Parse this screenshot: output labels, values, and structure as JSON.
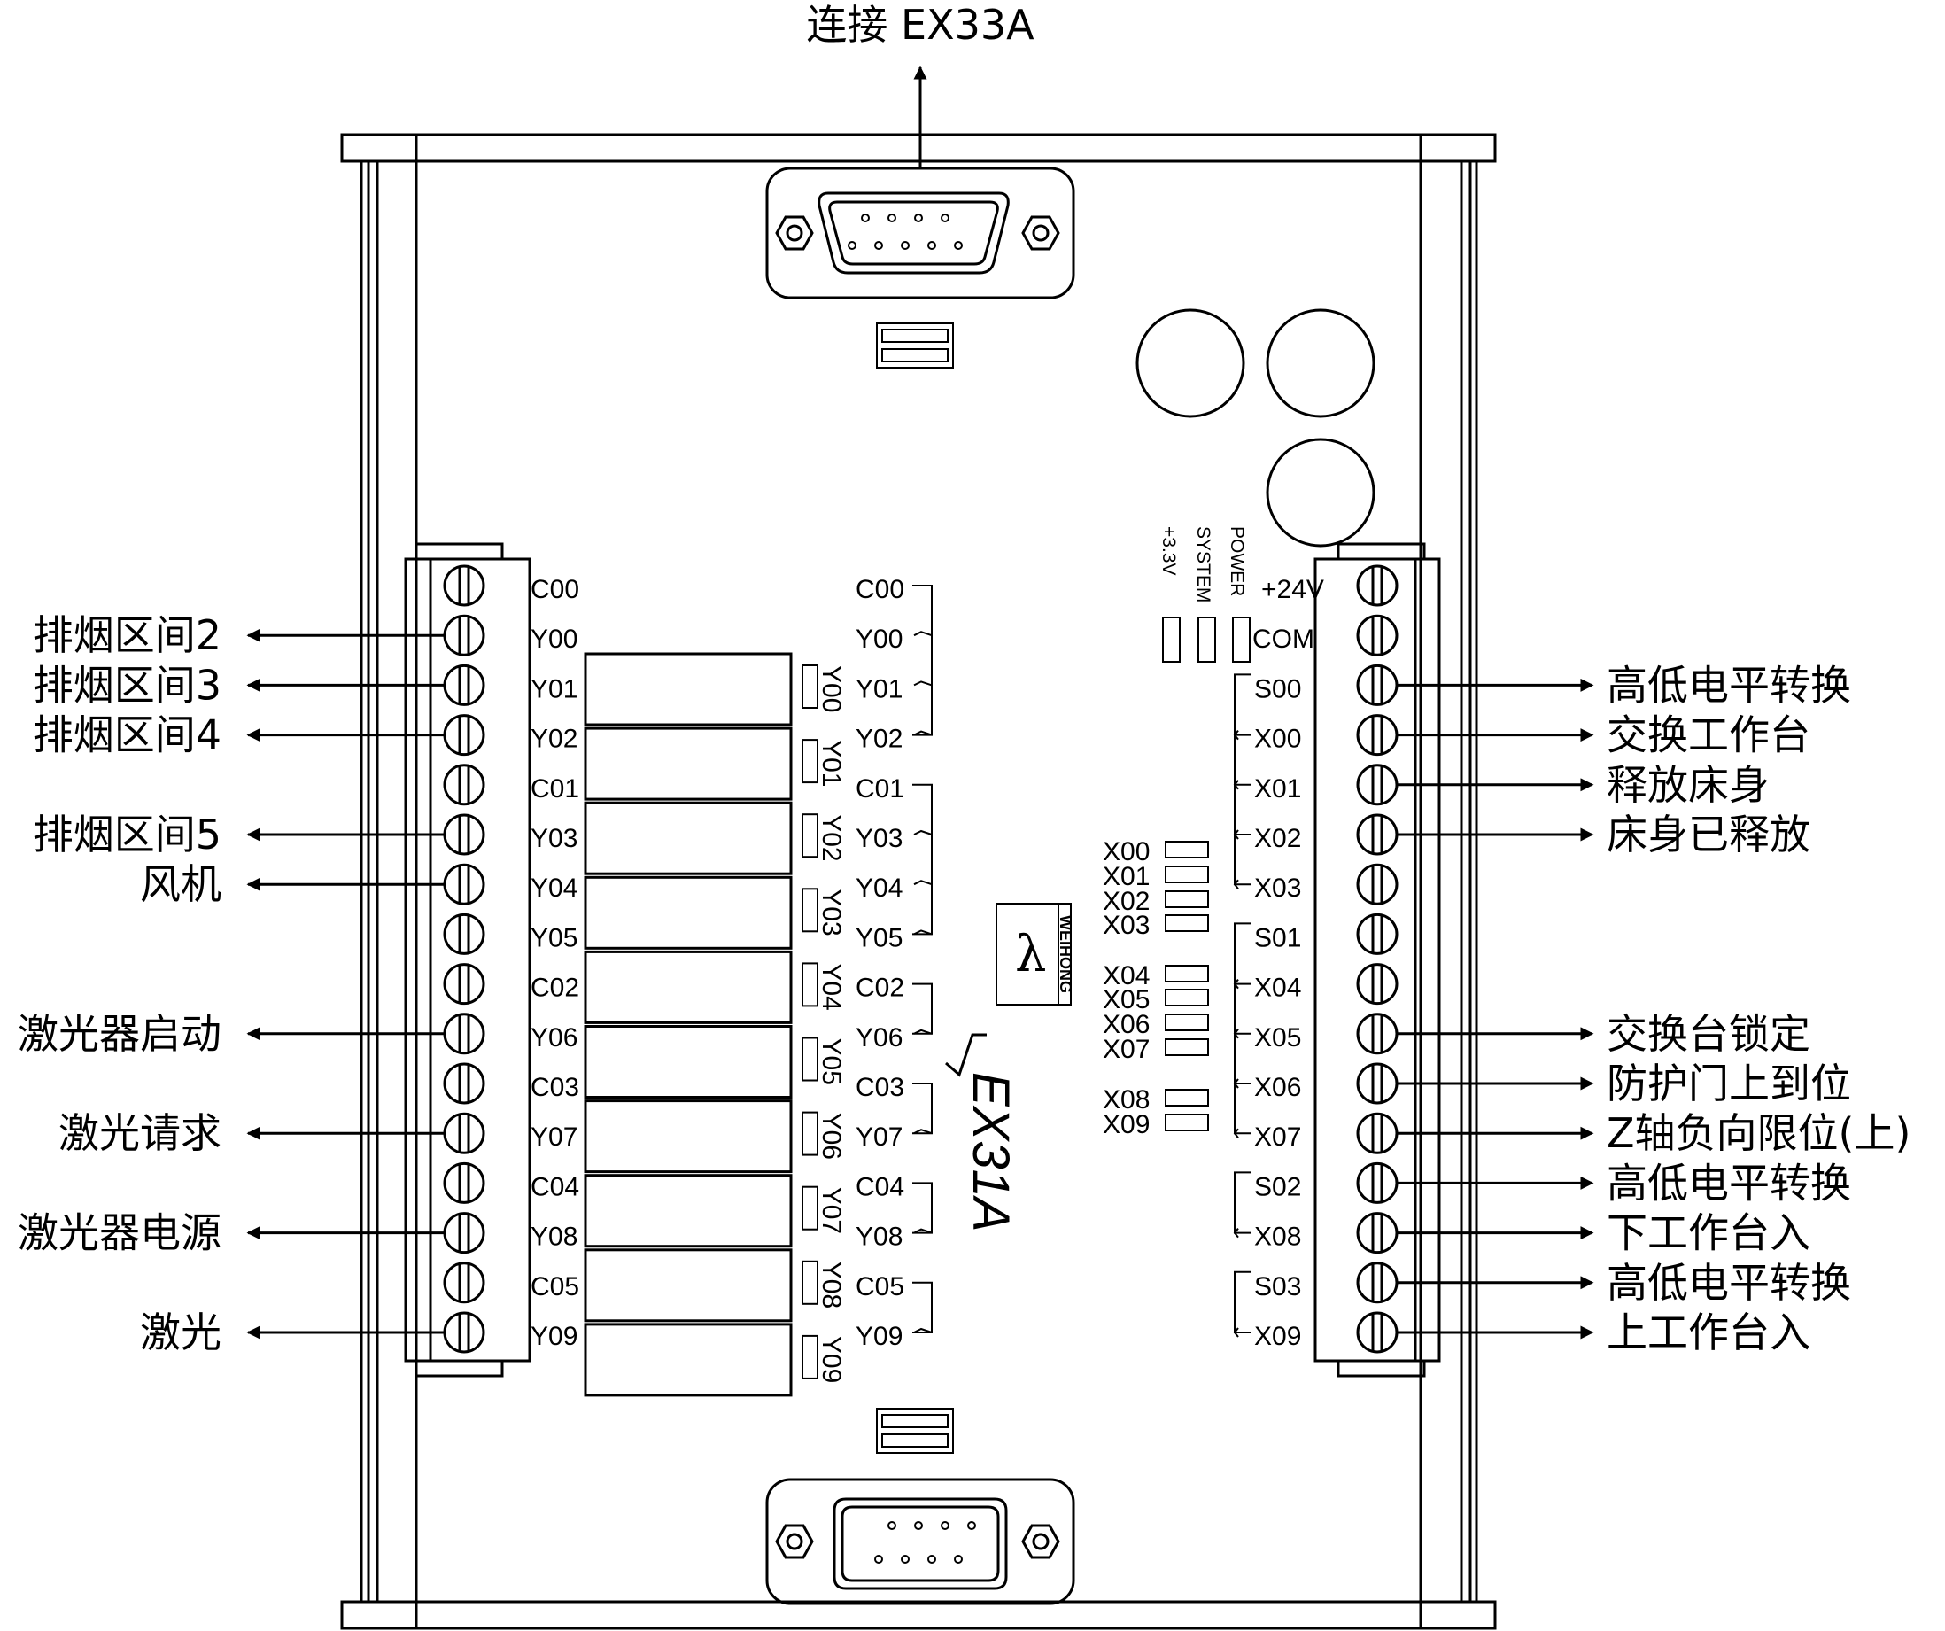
{
  "top_label": "连接 EX33A",
  "left_labels": [
    {
      "text": "排烟区间2",
      "terminal": 1
    },
    {
      "text": "排烟区间3",
      "terminal": 2
    },
    {
      "text": "排烟区间4",
      "terminal": 3
    },
    {
      "text": "排烟区间5",
      "terminal": 5
    },
    {
      "text": "风机",
      "terminal": 6
    },
    {
      "text": "激光器启动",
      "terminal": 9
    },
    {
      "text": "激光请求",
      "terminal": 11
    },
    {
      "text": "激光器电源",
      "terminal": 13
    },
    {
      "text": "激光",
      "terminal": 15
    }
  ],
  "right_labels": [
    {
      "text": "高低电平转换",
      "terminal": 2
    },
    {
      "text": "交换工作台",
      "terminal": 3
    },
    {
      "text": "释放床身",
      "terminal": 4
    },
    {
      "text": "床身已释放",
      "terminal": 5
    },
    {
      "text": "交换台锁定",
      "terminal": 9
    },
    {
      "text": "防护门上到位",
      "terminal": 10
    },
    {
      "text": "Z轴负向限位(上)",
      "terminal": 11
    },
    {
      "text": "高低电平转换",
      "terminal": 12
    },
    {
      "text": "下工作台入",
      "terminal": 13
    },
    {
      "text": "高低电平转换",
      "terminal": 14
    },
    {
      "text": "上工作台入",
      "terminal": 15
    }
  ],
  "left_terminal_names": [
    "C00",
    "Y00",
    "Y01",
    "Y02",
    "C01",
    "Y03",
    "Y04",
    "Y05",
    "C02",
    "Y06",
    "C03",
    "Y07",
    "C04",
    "Y08",
    "C05",
    "Y09"
  ],
  "relay_led_labels": [
    "Y00",
    "Y01",
    "Y02",
    "Y03",
    "Y04",
    "Y05",
    "Y06",
    "Y07",
    "Y08",
    "Y09"
  ],
  "relay_groups": [
    {
      "common": "C00",
      "outputs": [
        "Y00",
        "Y01",
        "Y02"
      ]
    },
    {
      "common": "C01",
      "outputs": [
        "Y03",
        "Y04",
        "Y05"
      ]
    },
    {
      "common": "C02",
      "outputs": [
        "Y06"
      ]
    },
    {
      "common": "C03",
      "outputs": [
        "Y07"
      ]
    },
    {
      "common": "C04",
      "outputs": [
        "Y08"
      ]
    },
    {
      "common": "C05",
      "outputs": [
        "Y09"
      ]
    }
  ],
  "right_terminal_names": [
    "+24V",
    "COM",
    "S00",
    "X00",
    "X01",
    "X02",
    "X03",
    "S01",
    "X04",
    "X05",
    "X06",
    "X07",
    "S02",
    "X08",
    "S03",
    "X09"
  ],
  "input_led_labels": [
    "X00",
    "X01",
    "X02",
    "X03",
    "X04",
    "X05",
    "X06",
    "X07",
    "X08",
    "X09"
  ],
  "power_leds": [
    "+3.3V",
    "SYSTEM",
    "POWER"
  ],
  "logo_text": "WEIHONG",
  "logo_symbol": "λ",
  "model_text": "EX31A"
}
